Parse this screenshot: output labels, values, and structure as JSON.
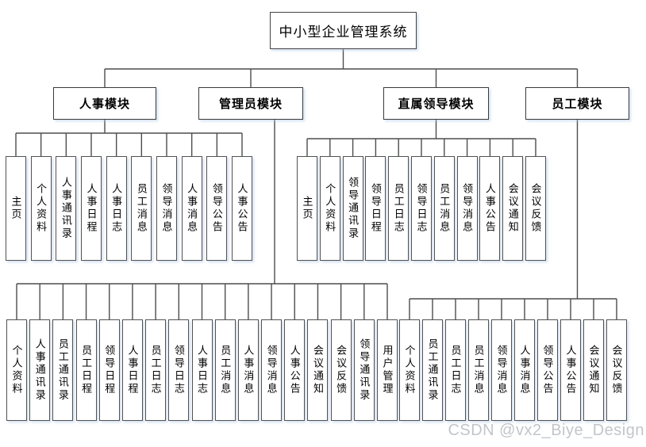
{
  "diagram": {
    "title": "中小型企业管理系统",
    "modules": [
      {
        "id": "hr",
        "label": "人事模块",
        "children": [
          "主页",
          "个人资料",
          "人事通讯录",
          "人事日程",
          "人事日志",
          "员工消息",
          "领导消息",
          "人事消息",
          "领导公告",
          "人事公告"
        ]
      },
      {
        "id": "admin",
        "label": "管理员模块",
        "children": [
          "个人资料",
          "人事通讯录",
          "员工通讯录",
          "员工日程",
          "领导日程",
          "人事日程",
          "员工日志",
          "领导日志",
          "人事日志",
          "员工消息",
          "人事消息",
          "领导消息",
          "人事公告",
          "会议通知",
          "会议反馈",
          "领导通讯录",
          "用户管理"
        ]
      },
      {
        "id": "leader",
        "label": "直属领导模块",
        "children": [
          "主页",
          "个人资料",
          "领导通讯录",
          "领导日程",
          "员工日志",
          "领导日志",
          "员工消息",
          "领导消息",
          "人事公告",
          "会议通知",
          "会议反馈"
        ]
      },
      {
        "id": "employee",
        "label": "员工模块",
        "children": [
          "个人资料",
          "员工通讯录",
          "员工日志",
          "员工消息",
          "领导消息",
          "人事消息",
          "领导公告",
          "人事公告",
          "会议通知",
          "会议反馈"
        ]
      }
    ]
  },
  "watermark": "CSDN @vx2_Biye_Design",
  "colors": {
    "line": "#4d4d4d",
    "watermark": "#c2c6ca"
  }
}
